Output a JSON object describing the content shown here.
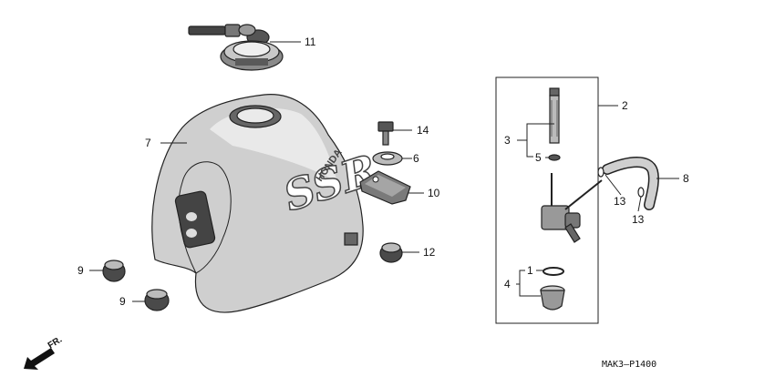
{
  "callouts": {
    "c1": "1",
    "c2": "2",
    "c3": "3",
    "c4": "4",
    "c5": "5",
    "c6": "6",
    "c7": "7",
    "c8": "8",
    "c9a": "9",
    "c9b": "9",
    "c10": "10",
    "c11": "11",
    "c12": "12",
    "c13a": "13",
    "c13b": "13",
    "c14": "14"
  },
  "tank_logo": "SSR",
  "tank_brand": "HONDA",
  "direction_label": "FR.",
  "diagram_code": "MAK3—P1400"
}
